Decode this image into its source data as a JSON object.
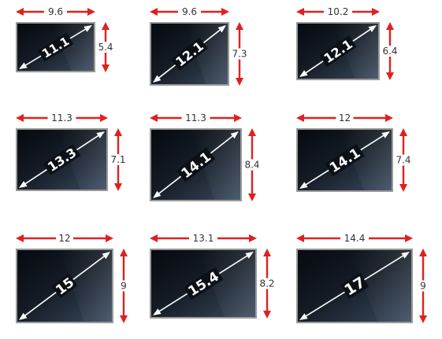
{
  "colors": {
    "arrow": "#e02020",
    "bezel": "#9a9a9a",
    "screen_dark": "#060a10",
    "screen_light": "#3a4a5e",
    "diag_text": "#ffffff",
    "label_text": "#333333"
  },
  "screens": [
    {
      "diagonal": "11.1",
      "width": "9.6",
      "height": "5.4"
    },
    {
      "diagonal": "12.1",
      "width": "9.6",
      "height": "7.3"
    },
    {
      "diagonal": "12.1",
      "width": "10.2",
      "height": "6.4"
    },
    {
      "diagonal": "13.3",
      "width": "11.3",
      "height": "7.1"
    },
    {
      "diagonal": "14.1",
      "width": "11.3",
      "height": "8.4"
    },
    {
      "diagonal": "14.1",
      "width": "12",
      "height": "7.4"
    },
    {
      "diagonal": "15",
      "width": "12",
      "height": "9"
    },
    {
      "diagonal": "15.4",
      "width": "13.1",
      "height": "8.2"
    },
    {
      "diagonal": "17",
      "width": "14.4",
      "height": "9"
    }
  ]
}
